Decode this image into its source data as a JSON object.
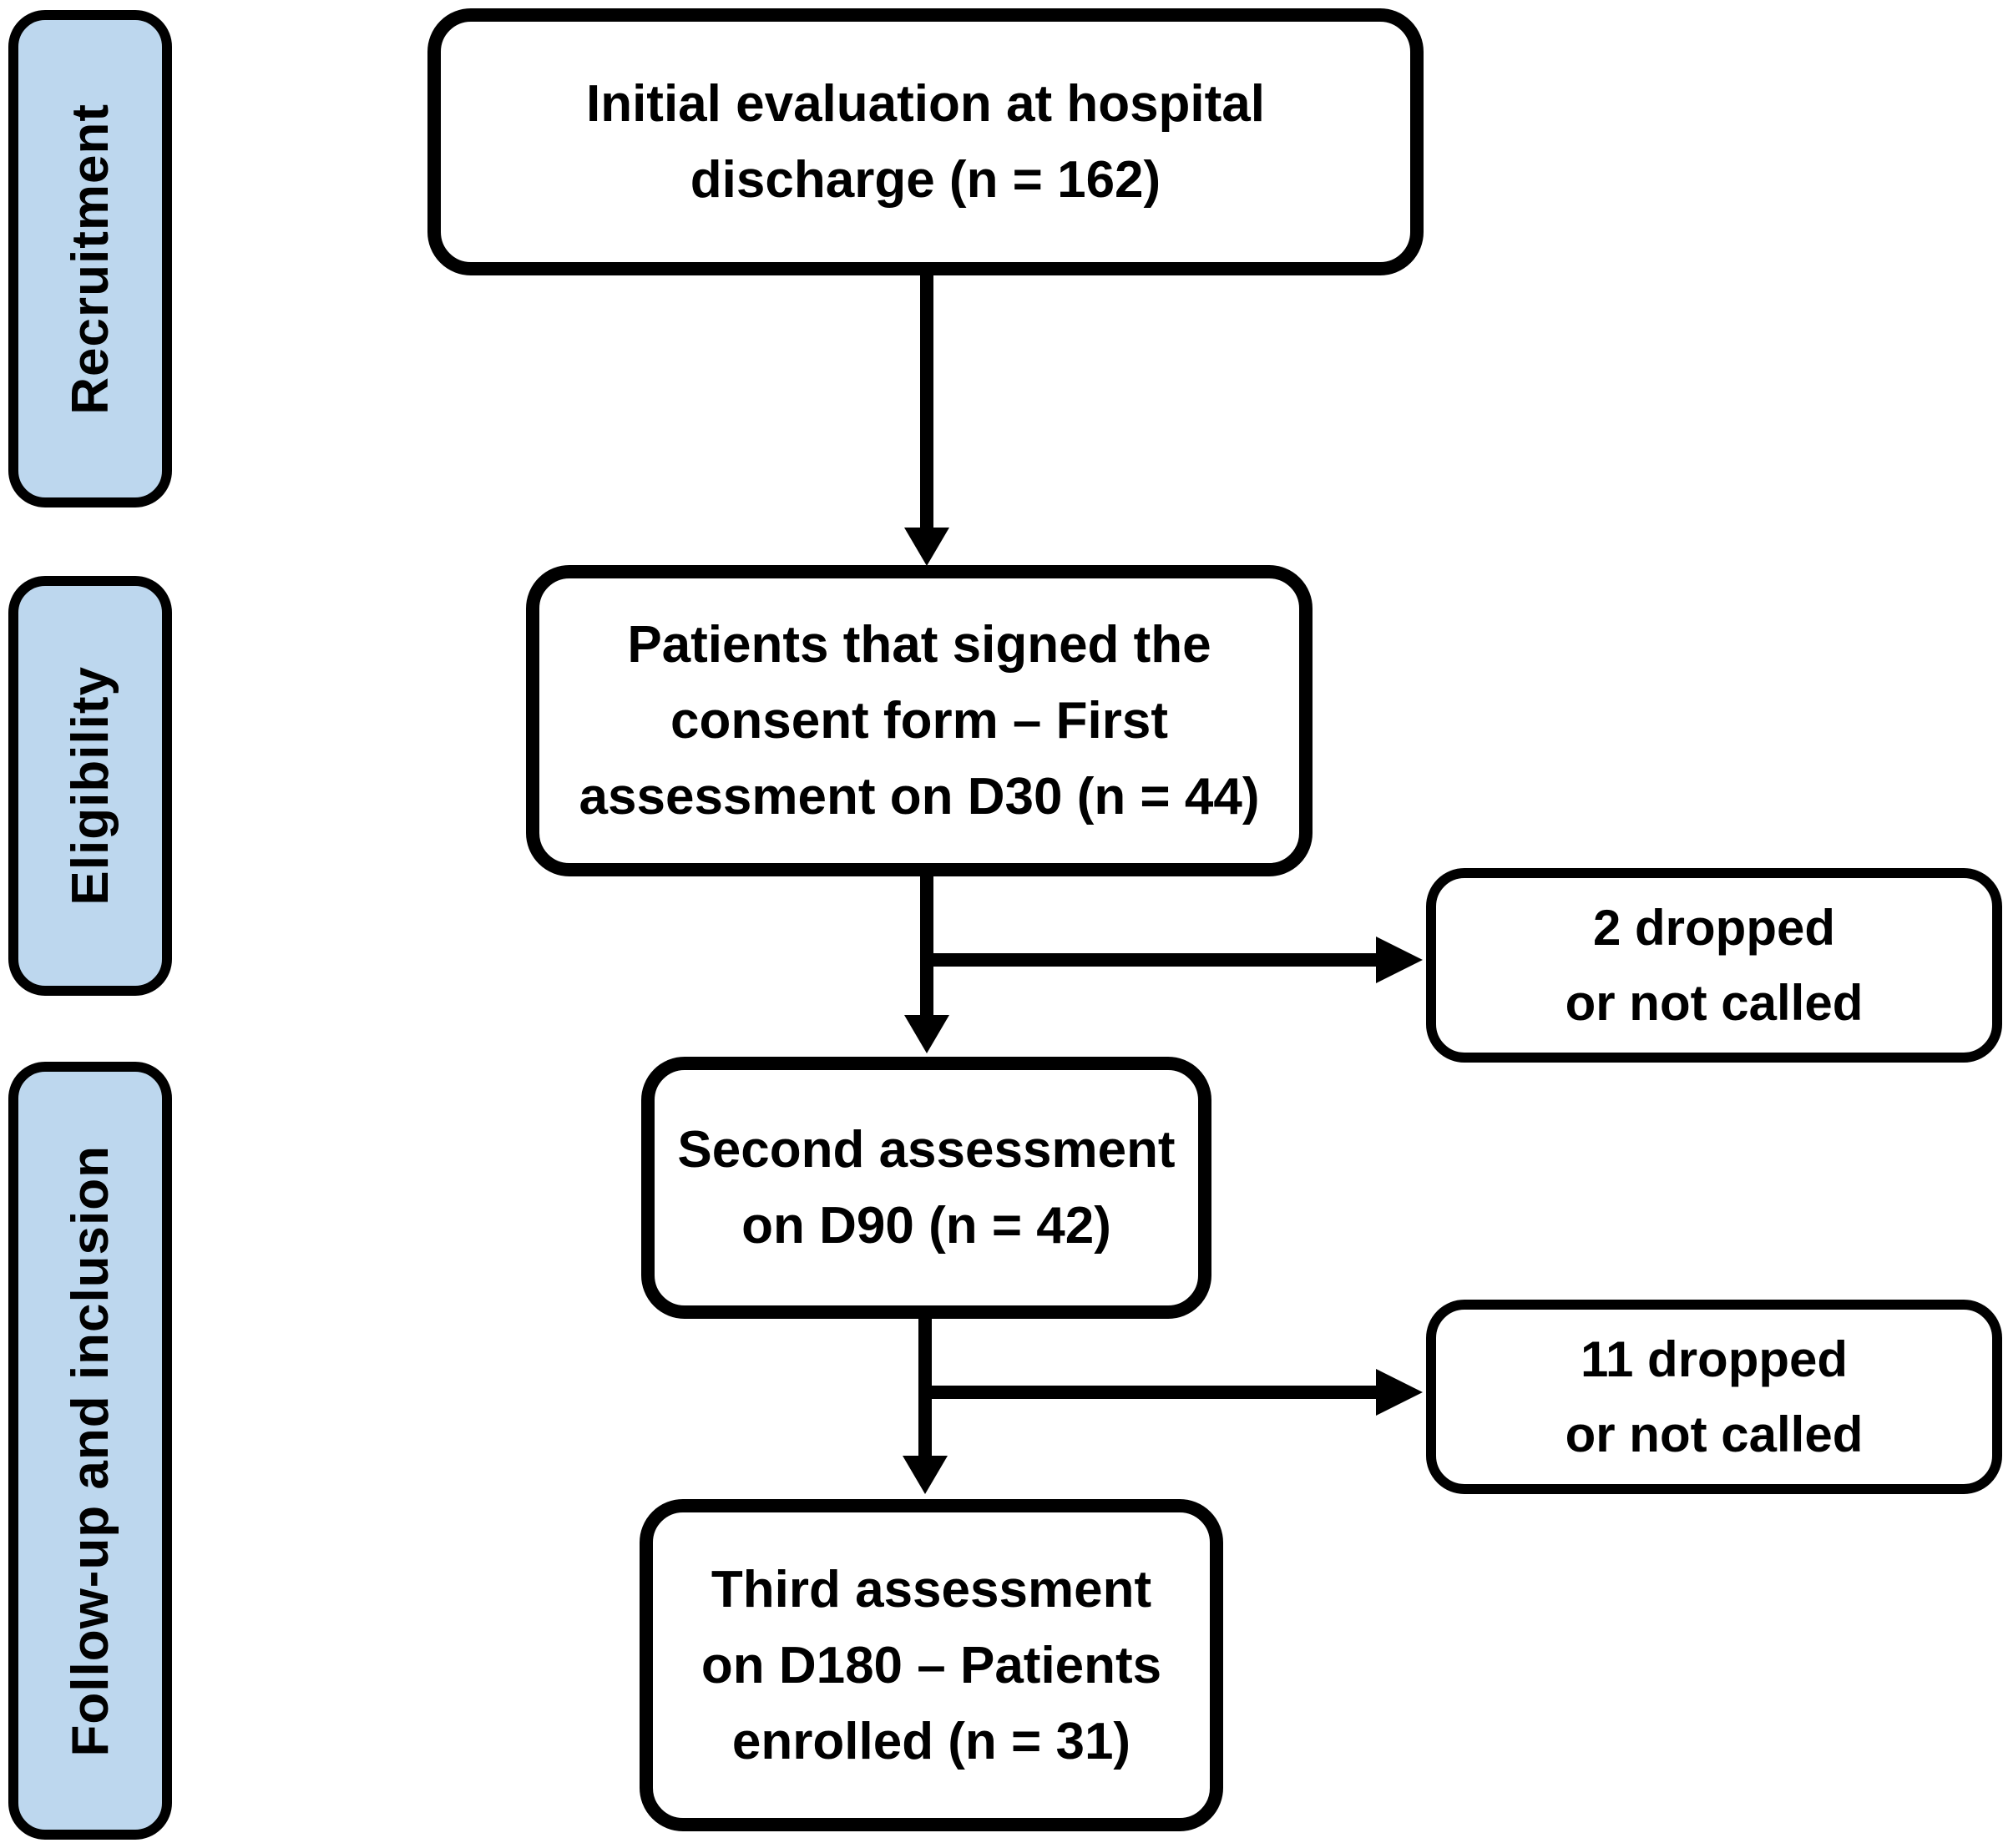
{
  "colors": {
    "stage-fill": "#BDD7EE",
    "box-fill": "#FFFFFF",
    "line": "#000000",
    "text": "#000000",
    "background": "#FFFFFF"
  },
  "stages": [
    {
      "label": "Recruitment"
    },
    {
      "label": "Eligibility"
    },
    {
      "label": "Follow-up and inclusion"
    }
  ],
  "flow": {
    "step1": {
      "text": "Initial evaluation at hospital\ndischarge (n = 162)",
      "n": 162
    },
    "step2": {
      "text": "Patients that signed the\nconsent form – First\nassessment on D30 (n = 44)",
      "n": 44
    },
    "step3": {
      "text": "Second assessment\non D90 (n = 42)",
      "n": 42
    },
    "step4": {
      "text": "Third assessment\non D180 – Patients\nenrolled (n = 31)",
      "n": 31
    }
  },
  "dropouts": {
    "after_step2": {
      "text": "2 dropped\nor not called",
      "n": 2
    },
    "after_step3": {
      "text": "11 dropped\nor not called",
      "n": 11
    }
  }
}
